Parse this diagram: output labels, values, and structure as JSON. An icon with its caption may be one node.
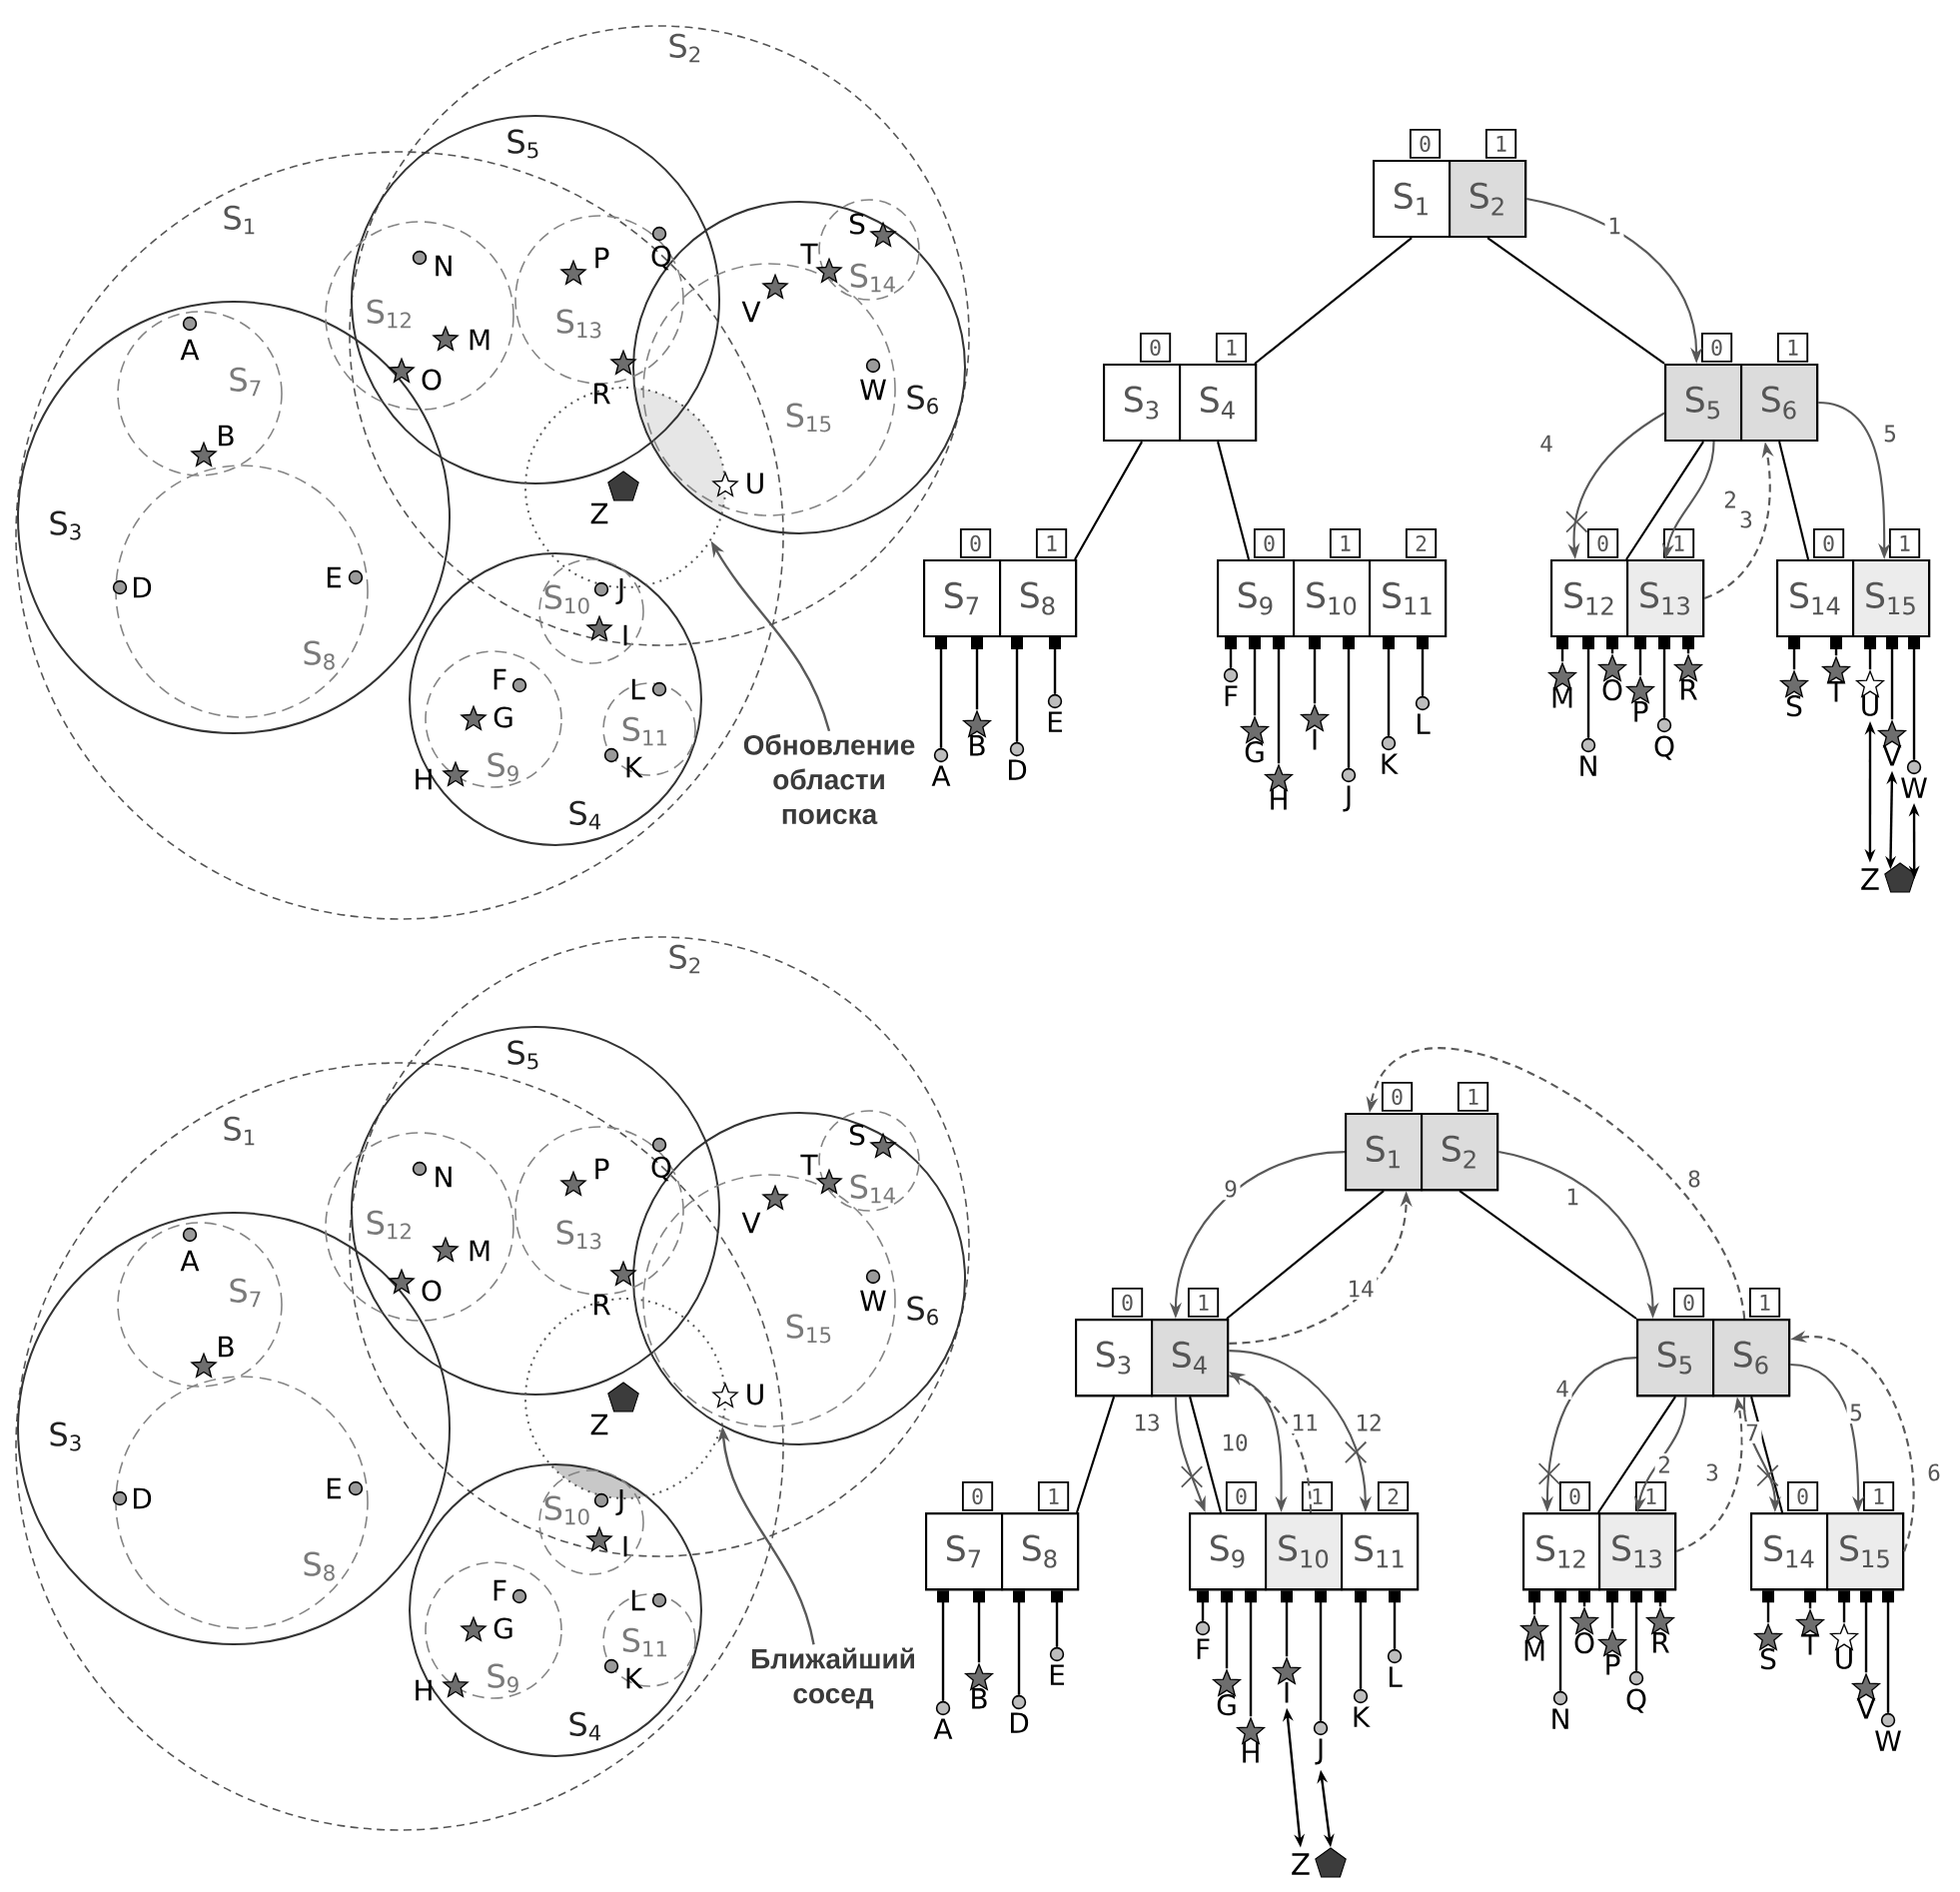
{
  "diagram": {
    "nodes": [
      {
        "text": [
          "S$_{1}$"
        ]
      },
      {
        "text": [
          "S$_{2}$"
        ]
      },
      {
        "text": [
          "S$_{3}$"
        ],
        "in": 0
      },
      {
        "text": [
          "S$_{4}$"
        ],
        "in": 0
      },
      {
        "text": [
          "S$_{5}$"
        ],
        "in": 1
      },
      {
        "text": [
          "S$_{6}$"
        ],
        "in": 1
      },
      {
        "text": [
          "S$_{7}$"
        ],
        "in": 2
      },
      {
        "text": [
          "S$_{8}$"
        ],
        "in": 2
      },
      {
        "text": [
          "S$_{9}$"
        ],
        "in": 3
      },
      {
        "text": [
          "S$_{10}$"
        ],
        "in": 3
      },
      {
        "text": [
          "S$_{11}$"
        ],
        "in": 3
      },
      {
        "text": [
          "S$_{12}$"
        ],
        "in": 4
      },
      {
        "text": [
          "S$_{13}$"
        ],
        "in": 4
      },
      {
        "text": [
          "S$_{14}$"
        ],
        "in": 5
      },
      {
        "text": [
          "S$_{15}$"
        ],
        "in": 5
      },
      {
        "text": [],
        "shape": "circle"
      },
      {
        "text": [
          "Обновление области поиска"
        ]
      },
      {
        "text": [],
        "shape": "box"
      },
      {
        "text": [
          "S$_{1}$"
        ],
        "in": 17,
        "beside": [
          "0"
        ]
      },
      {
        "text": [
          "S$_{2}$"
        ],
        "in": 17,
        "beside": [
          "1"
        ]
      },
      {
        "text": [],
        "shape": "box"
      },
      {
        "text": [
          "S$_{3}$"
        ],
        "in": 20,
        "beside": [
          "0"
        ]
      },
      {
        "text": [
          "S$_{4}$"
        ],
        "in": 20,
        "beside": [
          "1"
        ]
      },
      {
        "text": [],
        "shape": "box"
      },
      {
        "text": [
          "S$_{5}$"
        ],
        "in": 23,
        "beside": [
          "0"
        ]
      },
      {
        "text": [
          "S$_{6}$"
        ],
        "in": 23,
        "beside": [
          "1"
        ]
      },
      {
        "text": [],
        "shape": "box"
      },
      {
        "text": [
          "S$_{7}$"
        ],
        "in": 26,
        "beside": [
          "0"
        ]
      },
      {
        "text": [
          "S$_{8}$"
        ],
        "in": 26,
        "beside": [
          "1"
        ]
      },
      {
        "text": [],
        "shape": "box"
      },
      {
        "text": [
          "S$_{9}$"
        ],
        "in": 29,
        "beside": [
          "0"
        ]
      },
      {
        "text": [
          "S$_{10}$"
        ],
        "in": 29,
        "beside": [
          "1"
        ]
      },
      {
        "text": [
          "S$_{11}$"
        ],
        "in": 29,
        "beside": [
          "2"
        ]
      },
      {
        "text": [],
        "shape": "box"
      },
      {
        "text": [
          "S$_{12}$"
        ],
        "in": 33,
        "beside": [
          "0"
        ]
      },
      {
        "text": [
          "S$_{13}$"
        ],
        "in": 33,
        "beside": [
          "1"
        ]
      },
      {
        "text": [],
        "shape": "box"
      },
      {
        "text": [
          "S$_{14}$"
        ],
        "in": 36,
        "beside": [
          "0"
        ]
      },
      {
        "text": [
          "S$_{15}$"
        ],
        "in": 36,
        "beside": [
          "1"
        ]
      },
      {
        "text": [
          "A"
        ]
      },
      {
        "text": [
          "B"
        ]
      },
      {
        "text": [
          "D"
        ]
      },
      {
        "text": [
          "E"
        ]
      },
      {
        "text": [
          "F"
        ]
      },
      {
        "text": [
          "G"
        ]
      },
      {
        "text": [
          "H"
        ]
      },
      {
        "text": [
          "I"
        ]
      },
      {
        "text": [
          "J"
        ]
      },
      {
        "text": [
          "K"
        ]
      },
      {
        "text": [
          "L"
        ]
      },
      {
        "text": [
          "M"
        ]
      },
      {
        "text": [
          "N"
        ]
      },
      {
        "text": [
          "O"
        ]
      },
      {
        "text": [
          "P"
        ]
      },
      {
        "text": [
          "Q"
        ]
      },
      {
        "text": [
          "R"
        ]
      },
      {
        "text": [
          "S"
        ]
      },
      {
        "text": [
          "T"
        ]
      },
      {
        "text": [
          "U"
        ]
      },
      {
        "text": [
          "V"
        ]
      },
      {
        "text": [
          "W"
        ]
      },
      {
        "text": [
          "Z"
        ]
      },
      {
        "text": [
          "S$_{1}$"
        ]
      },
      {
        "text": [
          "S$_{2}$"
        ]
      },
      {
        "text": [
          "S$_{3}$"
        ],
        "in": 62
      },
      {
        "text": [
          "S$_{4}$"
        ],
        "in": 62
      },
      {
        "text": [
          "S$_{5}$"
        ],
        "in": 63
      },
      {
        "text": [
          "S$_{6}$"
        ],
        "in": 63
      },
      {
        "text": [
          "S$_{7}$"
        ],
        "in": 64
      },
      {
        "text": [
          "S$_{8}$"
        ],
        "in": 64
      },
      {
        "text": [
          "S$_{9}$"
        ],
        "in": 65
      },
      {
        "text": [
          "S$_{10}$"
        ],
        "in": 65
      },
      {
        "text": [
          "S$_{11}$"
        ],
        "in": 65
      },
      {
        "text": [
          "S$_{12}$"
        ],
        "in": 66
      },
      {
        "text": [
          "S$_{13}$"
        ],
        "in": 66
      },
      {
        "text": [
          "S$_{14}$"
        ],
        "in": 67
      },
      {
        "text": [
          "S$_{15}$"
        ],
        "in": 67
      },
      {
        "text": [],
        "shape": "circle"
      },
      {
        "text": [
          "Ближайший сосед"
        ]
      },
      {
        "text": [],
        "shape": "box"
      },
      {
        "text": [
          "S$_{1}$"
        ],
        "in": 79,
        "beside": [
          "0"
        ]
      },
      {
        "text": [
          "S$_{2}$"
        ],
        "in": 79,
        "beside": [
          "1"
        ]
      },
      {
        "text": [],
        "shape": "box"
      },
      {
        "text": [
          "S$_{3}$"
        ],
        "in": 82,
        "beside": [
          "0"
        ]
      },
      {
        "text": [
          "S$_{4}$"
        ],
        "in": 82,
        "beside": [
          "1"
        ]
      },
      {
        "text": [],
        "shape": "box"
      },
      {
        "text": [
          "S$_{5}$"
        ],
        "in": 85,
        "beside": [
          "0"
        ]
      },
      {
        "text": [
          "S$_{6}$"
        ],
        "in": 85,
        "beside": [
          "1"
        ]
      },
      {
        "text": [],
        "shape": "box"
      },
      {
        "text": [
          "S$_{7}$"
        ],
        "in": 88,
        "beside": [
          "0"
        ]
      },
      {
        "text": [
          "S$_{8}$"
        ],
        "in": 88,
        "beside": [
          "1"
        ]
      },
      {
        "text": [],
        "shape": "box"
      },
      {
        "text": [
          "S$_{9}$"
        ],
        "in": 91,
        "beside": [
          "0"
        ]
      },
      {
        "text": [
          "S$_{10}$"
        ],
        "in": 91,
        "beside": [
          "1"
        ]
      },
      {
        "text": [
          "S$_{11}$"
        ],
        "in": 91,
        "beside": [
          "2"
        ]
      },
      {
        "text": [],
        "shape": "box"
      },
      {
        "text": [
          "S$_{12}$"
        ],
        "in": 95,
        "beside": [
          "0"
        ]
      },
      {
        "text": [
          "S$_{13}$"
        ],
        "in": 95,
        "beside": [
          "1"
        ]
      },
      {
        "text": [],
        "shape": "box"
      },
      {
        "text": [
          "S$_{14}$"
        ],
        "in": 98,
        "beside": [
          "0"
        ]
      },
      {
        "text": [
          "S$_{15}$"
        ],
        "in": 98,
        "beside": [
          "1"
        ]
      },
      {
        "text": [
          "A"
        ]
      },
      {
        "text": [
          "B"
        ]
      },
      {
        "text": [
          "D"
        ]
      },
      {
        "text": [
          "E"
        ]
      },
      {
        "text": [
          "F"
        ]
      },
      {
        "text": [
          "G"
        ]
      },
      {
        "text": [
          "H"
        ]
      },
      {
        "text": [
          "I"
        ]
      },
      {
        "text": [
          "J"
        ]
      },
      {
        "text": [
          "K"
        ]
      },
      {
        "text": [
          "L"
        ]
      },
      {
        "text": [
          "M"
        ]
      },
      {
        "text": [
          "N"
        ]
      },
      {
        "text": [
          "O"
        ]
      },
      {
        "text": [
          "P"
        ]
      },
      {
        "text": [
          "Q"
        ]
      },
      {
        "text": [
          "R"
        ]
      },
      {
        "text": [
          "S"
        ]
      },
      {
        "text": [
          "T"
        ]
      },
      {
        "text": [
          "U"
        ]
      },
      {
        "text": [
          "V"
        ]
      },
      {
        "text": [
          "W"
        ]
      },
      {
        "text": [
          "Z"
        ]
      }
    ],
    "edges": [
      {
        "from": 18,
        "to": 20,
        "arrow": "none"
      },
      {
        "from": 19,
        "to": 23,
        "arrow": "none"
      },
      {
        "from": 21,
        "to": 26,
        "arrow": "none"
      },
      {
        "from": 22,
        "to": 29,
        "arrow": "none"
      },
      {
        "from": 24,
        "to": 33,
        "arrow": "none"
      },
      {
        "from": 25,
        "to": 36,
        "arrow": "none"
      },
      {
        "from": 27,
        "to": 39,
        "arrow": "other"
      },
      {
        "from": 27,
        "to": 40,
        "arrow": "other"
      },
      {
        "from": 28,
        "to": 41,
        "arrow": "other"
      },
      {
        "from": 28,
        "to": 42,
        "arrow": "other"
      },
      {
        "from": 30,
        "to": 43,
        "arrow": "other"
      },
      {
        "from": 30,
        "to": 44,
        "arrow": "other"
      },
      {
        "from": 30,
        "to": 45,
        "arrow": "other"
      },
      {
        "from": 31,
        "to": 46,
        "arrow": "other"
      },
      {
        "from": 31,
        "to": 47,
        "arrow": "other"
      },
      {
        "from": 32,
        "to": 48,
        "arrow": "other"
      },
      {
        "from": 32,
        "to": 49,
        "arrow": "other"
      },
      {
        "from": 34,
        "to": 50,
        "arrow": "other"
      },
      {
        "from": 34,
        "to": 51,
        "arrow": "other"
      },
      {
        "from": 34,
        "to": 52,
        "arrow": "other"
      },
      {
        "from": 35,
        "to": 53,
        "arrow": "other"
      },
      {
        "from": 35,
        "to": 54,
        "arrow": "other"
      },
      {
        "from": 35,
        "to": 55,
        "arrow": "other"
      },
      {
        "from": 37,
        "to": 56,
        "arrow": "other"
      },
      {
        "from": 37,
        "to": 57,
        "arrow": "other"
      },
      {
        "from": 38,
        "to": 58,
        "arrow": "other"
      },
      {
        "from": 38,
        "to": 59,
        "arrow": "other"
      },
      {
        "from": 38,
        "to": 60,
        "arrow": "other"
      },
      {
        "from": 58,
        "to": 61,
        "arrow": "both"
      },
      {
        "from": 59,
        "to": 61,
        "arrow": "both"
      },
      {
        "from": 60,
        "to": 61,
        "arrow": "both"
      },
      {
        "from": 19,
        "to": 24,
        "arrow": "to",
        "label": "1",
        "color": "#595959"
      },
      {
        "from": 24,
        "to": 35,
        "arrow": "to",
        "label": "2",
        "color": "#595959"
      },
      {
        "from": 35,
        "to": 25,
        "arrow": "to",
        "label": "3",
        "style": "dashed",
        "color": "#595959"
      },
      {
        "from": 24,
        "to": 34,
        "arrow": "to",
        "label": "4",
        "color": "#595959"
      },
      {
        "from": 25,
        "to": 38,
        "arrow": "to",
        "label": "5",
        "color": "#595959"
      },
      {
        "from": 16,
        "to": 15,
        "arrow": "to",
        "color": "#595959"
      },
      {
        "from": 80,
        "to": 82,
        "arrow": "none"
      },
      {
        "from": 81,
        "to": 85,
        "arrow": "none"
      },
      {
        "from": 83,
        "to": 88,
        "arrow": "none"
      },
      {
        "from": 84,
        "to": 91,
        "arrow": "none"
      },
      {
        "from": 86,
        "to": 95,
        "arrow": "none"
      },
      {
        "from": 87,
        "to": 98,
        "arrow": "none"
      },
      {
        "from": 89,
        "to": 101,
        "arrow": "other"
      },
      {
        "from": 89,
        "to": 102,
        "arrow": "other"
      },
      {
        "from": 90,
        "to": 103,
        "arrow": "other"
      },
      {
        "from": 90,
        "to": 104,
        "arrow": "other"
      },
      {
        "from": 92,
        "to": 105,
        "arrow": "other"
      },
      {
        "from": 92,
        "to": 106,
        "arrow": "other"
      },
      {
        "from": 92,
        "to": 107,
        "arrow": "other"
      },
      {
        "from": 93,
        "to": 108,
        "arrow": "other"
      },
      {
        "from": 93,
        "to": 109,
        "arrow": "other"
      },
      {
        "from": 94,
        "to": 110,
        "arrow": "other"
      },
      {
        "from": 94,
        "to": 111,
        "arrow": "other"
      },
      {
        "from": 96,
        "to": 112,
        "arrow": "other"
      },
      {
        "from": 96,
        "to": 113,
        "arrow": "other"
      },
      {
        "from": 96,
        "to": 114,
        "arrow": "other"
      },
      {
        "from": 97,
        "to": 115,
        "arrow": "other"
      },
      {
        "from": 97,
        "to": 116,
        "arrow": "other"
      },
      {
        "from": 97,
        "to": 117,
        "arrow": "other"
      },
      {
        "from": 99,
        "to": 118,
        "arrow": "other"
      },
      {
        "from": 99,
        "to": 119,
        "arrow": "other"
      },
      {
        "from": 100,
        "to": 120,
        "arrow": "other"
      },
      {
        "from": 100,
        "to": 121,
        "arrow": "other"
      },
      {
        "from": 100,
        "to": 122,
        "arrow": "other"
      },
      {
        "from": 108,
        "to": 123,
        "arrow": "both"
      },
      {
        "from": 109,
        "to": 123,
        "arrow": "both"
      },
      {
        "from": 81,
        "to": 86,
        "arrow": "to",
        "label": "1",
        "color": "#595959"
      },
      {
        "from": 86,
        "to": 97,
        "arrow": "to",
        "label": "2",
        "color": "#595959"
      },
      {
        "from": 97,
        "to": 87,
        "arrow": "to",
        "label": "3",
        "style": "dashed",
        "color": "#595959"
      },
      {
        "from": 86,
        "to": 96,
        "arrow": "to",
        "label": "4",
        "color": "#595959"
      },
      {
        "from": 87,
        "to": 100,
        "arrow": "to",
        "label": "5",
        "color": "#595959"
      },
      {
        "from": 100,
        "to": 87,
        "arrow": "to",
        "label": "6",
        "style": "dashed",
        "color": "#595959"
      },
      {
        "from": 87,
        "to": 99,
        "arrow": "to",
        "label": "7",
        "color": "#595959"
      },
      {
        "from": 87,
        "to": 80,
        "arrow": "to",
        "label": "8",
        "style": "dashed",
        "color": "#595959"
      },
      {
        "from": 80,
        "to": 84,
        "arrow": "to",
        "label": "9",
        "color": "#595959"
      },
      {
        "from": 84,
        "to": 93,
        "arrow": "to",
        "label": "10",
        "color": "#595959"
      },
      {
        "from": 93,
        "to": 84,
        "arrow": "to",
        "label": "11",
        "style": "dashed",
        "color": "#595959"
      },
      {
        "from": 84,
        "to": 94,
        "arrow": "to",
        "label": "12",
        "color": "#595959"
      },
      {
        "from": 84,
        "to": 92,
        "arrow": "to",
        "label": "13",
        "color": "#595959"
      },
      {
        "from": 84,
        "to": 80,
        "arrow": "to",
        "label": "14",
        "style": "dashed",
        "color": "#595959"
      },
      {
        "from": 78,
        "to": 77,
        "arrow": "to",
        "color": "#595959"
      }
    ],
    "labels": [
      "A",
      "B",
      "D",
      "E",
      "F",
      "G",
      "H",
      "I",
      "J",
      "K",
      "L",
      "M",
      "N",
      "O",
      "P",
      "Q",
      "R",
      "S",
      "T",
      "U",
      "V",
      "W",
      "Z",
      "A",
      "B",
      "D",
      "E",
      "F",
      "G",
      "H",
      "I",
      "J",
      "K",
      "L",
      "M",
      "N",
      "O",
      "P",
      "Q",
      "R",
      "S",
      "T",
      "U",
      "V",
      "W",
      "Z"
    ]
  }
}
